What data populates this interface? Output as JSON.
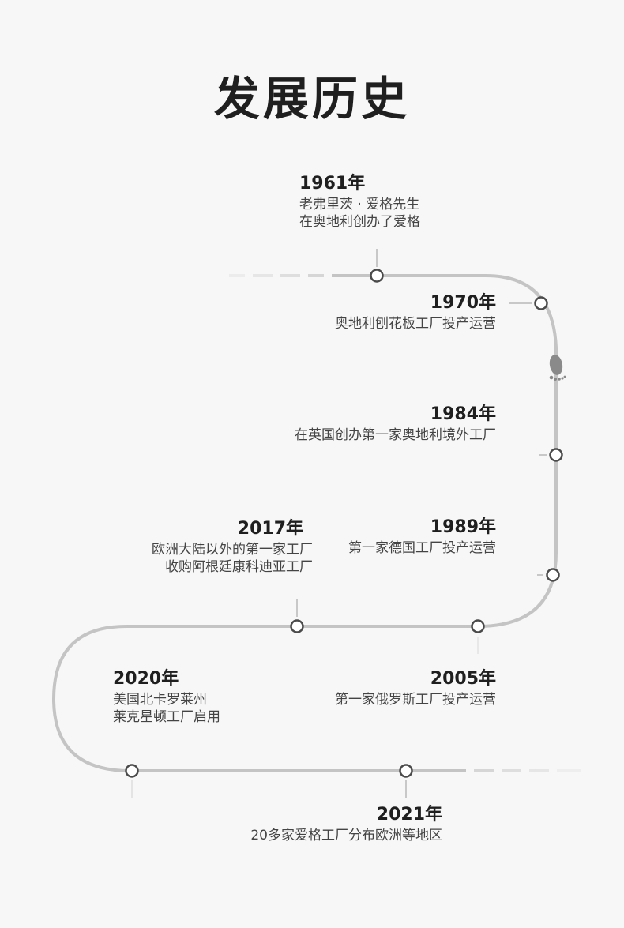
{
  "title": "发展历史",
  "events": [
    {
      "year": "1961年",
      "lines": [
        "老弗里茨 · 爱格先生",
        "在奥地利创办了爱格"
      ]
    },
    {
      "year": "1970年",
      "lines": [
        "奥地利刨花板工厂投产运营"
      ]
    },
    {
      "year": "1984年",
      "lines": [
        "在英国创办第一家奥地利境外工厂"
      ]
    },
    {
      "year": "1989年",
      "lines": [
        "第一家德国工厂投产运营"
      ]
    },
    {
      "year": "2017年",
      "lines": [
        "欧洲大陆以外的第一家工厂",
        "收购阿根廷康科迪亚工厂"
      ]
    },
    {
      "year": "2005年",
      "lines": [
        "第一家俄罗斯工厂投产运营"
      ]
    },
    {
      "year": "2020年",
      "lines": [
        "美国北卡罗莱州",
        "莱克星顿工厂启用"
      ]
    },
    {
      "year": "2021年",
      "lines": [
        "20多家爱格工厂分布欧洲等地区"
      ]
    }
  ],
  "icons": {
    "marker": "footprint-icon"
  },
  "colors": {
    "path": "#c4c4c4",
    "node_stroke": "#4a4a4a",
    "node_fill": "#ffffff",
    "text": "#1f1f1f"
  }
}
